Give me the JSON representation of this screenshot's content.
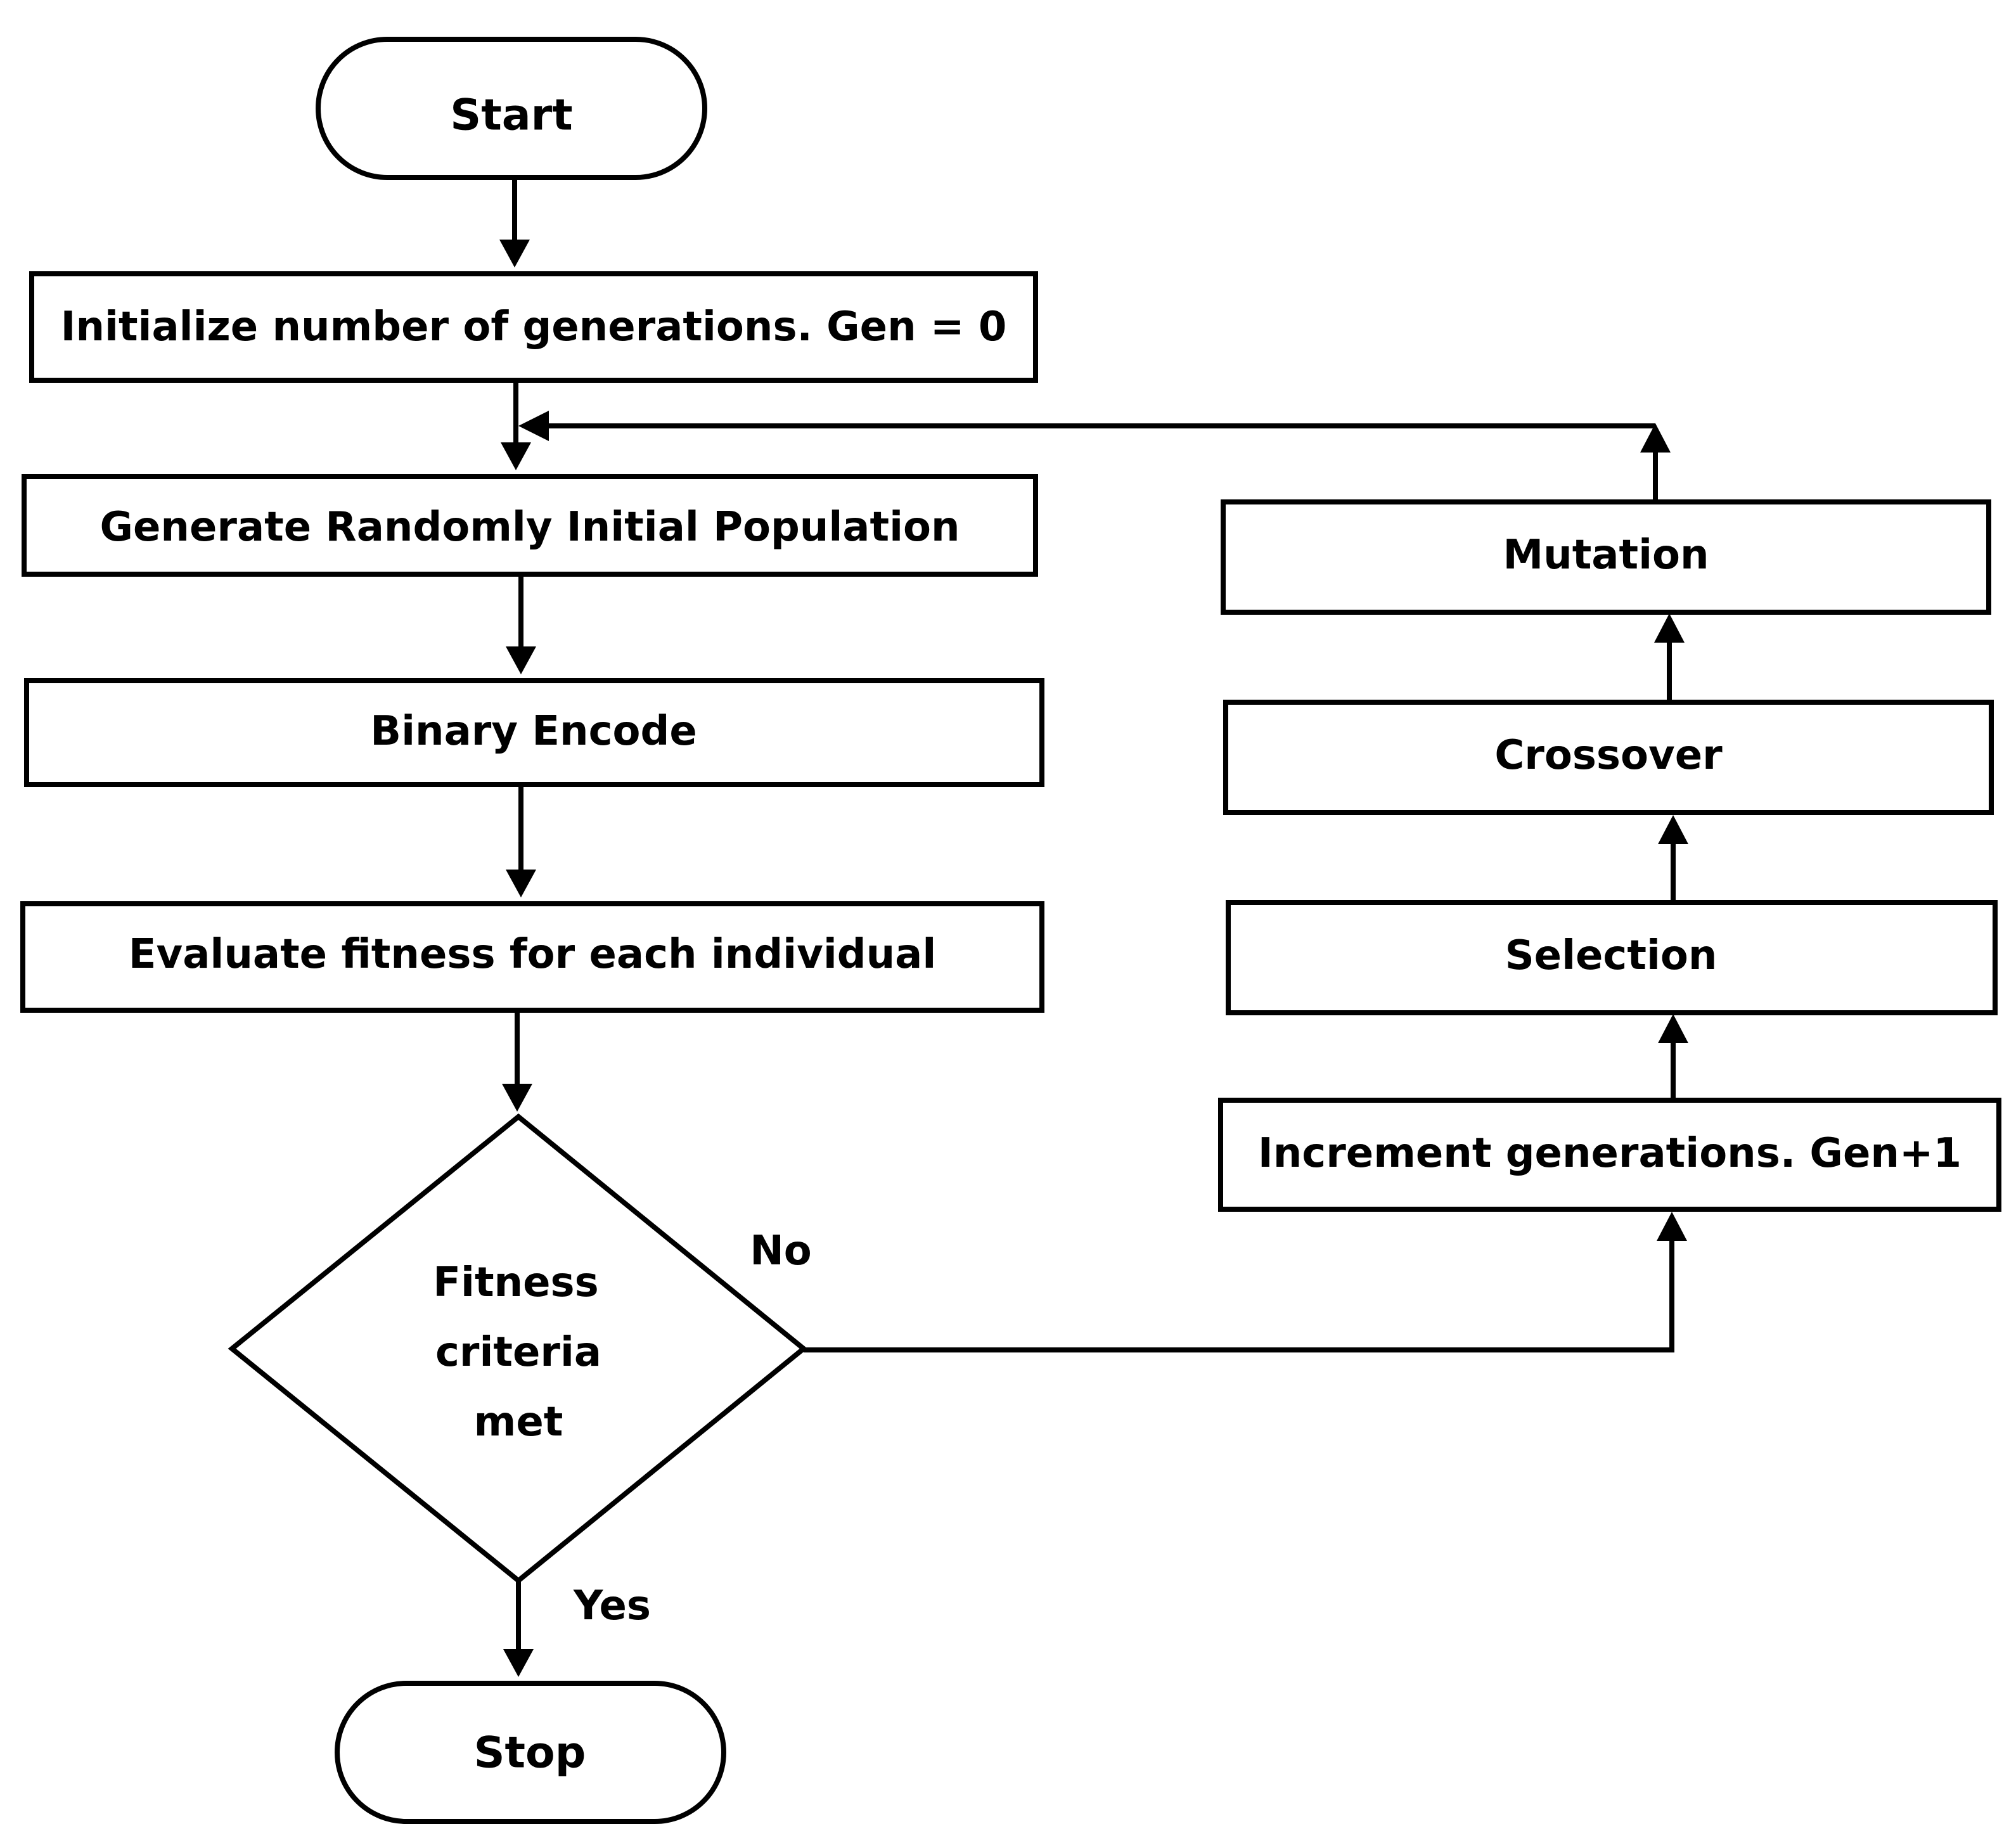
{
  "nodes": {
    "start": "Start",
    "init": "Initialize number of generations. Gen = 0",
    "generate": "Generate Randomly Initial Population",
    "encode": "Binary Encode",
    "evaluate": "Evaluate fitness for each individual",
    "decision": [
      "Fitness",
      "criteria",
      "met"
    ],
    "stop": "Stop",
    "increment": "Increment generations. Gen+1",
    "selection": "Selection",
    "crossover": "Crossover",
    "mutation": "Mutation"
  },
  "edges": {
    "no": "No",
    "yes": "Yes"
  }
}
